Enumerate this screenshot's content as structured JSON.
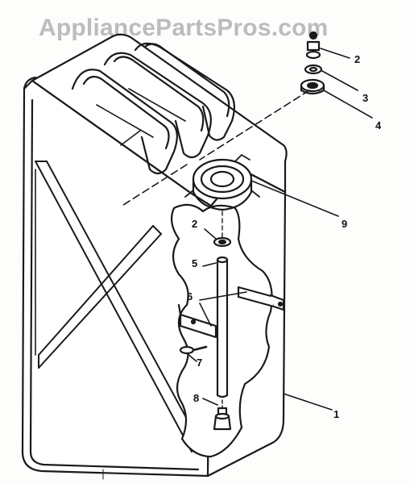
{
  "watermark": "AppliancePartsPros.com",
  "callouts": [
    {
      "id": "part-1",
      "label": "1"
    },
    {
      "id": "part-2-top",
      "label": "2"
    },
    {
      "id": "part-2-mid",
      "label": "2"
    },
    {
      "id": "part-3",
      "label": "3"
    },
    {
      "id": "part-4",
      "label": "4"
    },
    {
      "id": "part-5",
      "label": "5"
    },
    {
      "id": "part-6",
      "label": "6"
    },
    {
      "id": "part-7",
      "label": "7"
    },
    {
      "id": "part-8",
      "label": "8"
    },
    {
      "id": "part-9",
      "label": "9"
    }
  ],
  "colors": {
    "ink": "#1a1a1a",
    "tank_fill": "#ffffff",
    "cutaway_fill": "#ffffff",
    "watermark": "#bcbcbc"
  }
}
